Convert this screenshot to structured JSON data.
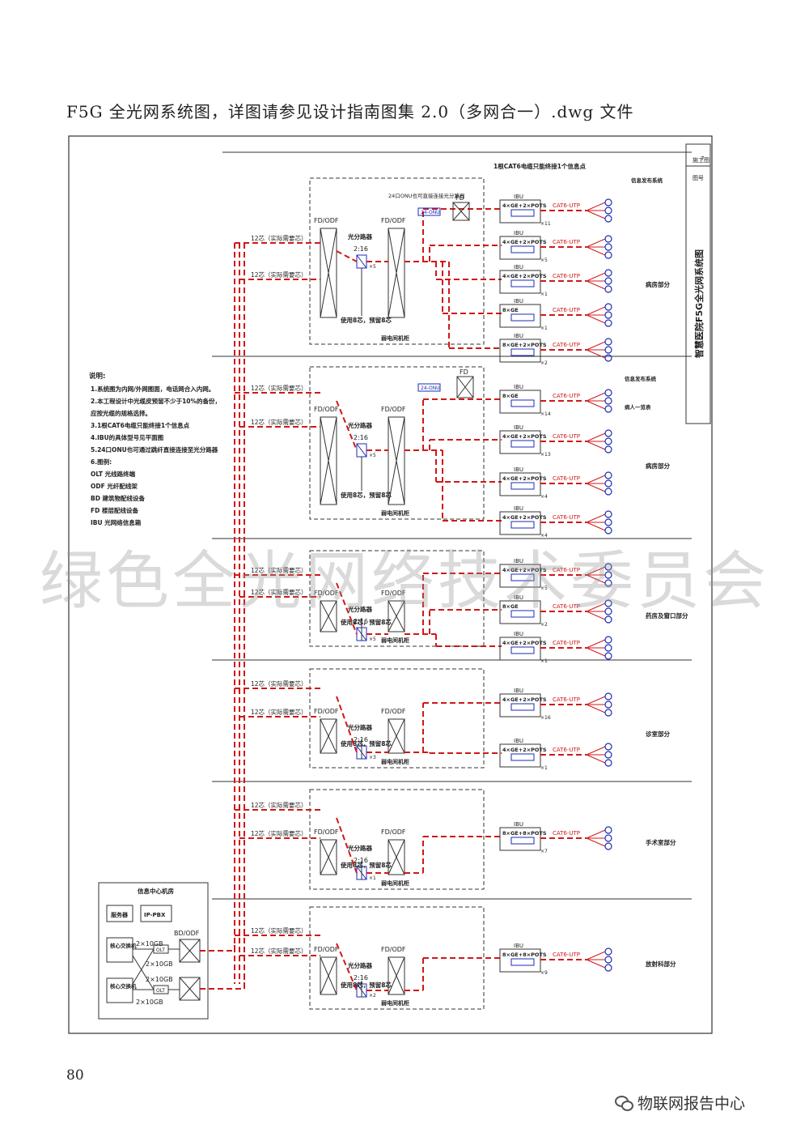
{
  "caption": "F5G 全光网系统图，详图请参见设计指南图集 2.0（多网合一）.dwg 文件",
  "title_block": {
    "title": "智慧医院F5G全光网系统图",
    "label1": "施工图",
    "label2": "图号",
    "num": "7"
  },
  "notes": {
    "heading": "说明:",
    "lines": [
      "1.系统图为内网/外网图面，电话网合入内网。",
      "2.本工程设计中光缆皮预留不少于10%的备份，",
      "  应按光缆的规格选择。",
      "3.1根CAT6电缆只能终接1个信息点",
      "4.IBU的具体型号见平面图",
      "5.24口ONU也可通过跳纤直接连接至光分路器",
      "6.图例:",
      "OLT  光线路终端",
      "ODF  光纤配线架",
      "BD   建筑物配线设备",
      "FD   楼层配线设备",
      "IBU  光网络信息箱"
    ]
  },
  "common": {
    "fd_odf": "FD/ODF",
    "splitter": "光分路器",
    "ratio": "2:16",
    "use_reserve": "使用8芯，预留8芯",
    "cabinet": "弱电间机柜",
    "cable_12_actual": "12芯（实际需要芯）",
    "cable_12": "12芯（实际需要芯）",
    "cat6": "CAT6-UTP",
    "fd": "FD",
    "onu24_note": "24口ONU也可直接连接光分路器",
    "onu_tag": "24-ONU",
    "top_note": "1根CAT6电缆只能终接1个信息点",
    "info_dist": "信息发布系统",
    "private_point": "病人一览表"
  },
  "sections": [
    {
      "label": "病房部分",
      "x": "×5",
      "ibus": [
        {
          "label": "IBU",
          "model": "4×GE+2×POTS",
          "count": "×11"
        },
        {
          "label": "IBU",
          "model": "4×GE+2×POTS",
          "count": "×5"
        },
        {
          "label": "IBU",
          "model": "4×GE+2×POTS",
          "count": "×1"
        },
        {
          "label": "IBU",
          "model": "8×GE",
          "count": "×1"
        },
        {
          "label": "IBU",
          "model": "8×GE+2×POTS",
          "count": "×2"
        }
      ]
    },
    {
      "label": "病房部分",
      "x": "×5",
      "ibus": [
        {
          "label": "IBU",
          "model": "8×GE",
          "count": "×14"
        },
        {
          "label": "IBU",
          "model": "4×GE+2×POTS",
          "count": "×13"
        },
        {
          "label": "IBU",
          "model": "4×GE+2×POTS",
          "count": "×4"
        }
      ]
    },
    {
      "label": "药房及窗口部分",
      "x": "×5",
      "ibus": [
        {
          "label": "IBU",
          "model": "4×GE+2×POTS",
          "count": "×5"
        },
        {
          "label": "IBU",
          "model": "8×GE",
          "count": "×2"
        },
        {
          "label": "IBU",
          "model": "4×GE+2×POTS",
          "count": "×1"
        }
      ]
    },
    {
      "label": "诊室部分",
      "x": "×3",
      "ibus": [
        {
          "label": "IBU",
          "model": "4×GE+2×POTS",
          "count": "×16"
        },
        {
          "label": "IBU",
          "model": "4×GE+2×POTS",
          "count": "×1"
        }
      ]
    },
    {
      "label": "手术室部分",
      "x": "×1",
      "ibus": [
        {
          "label": "IBU",
          "model": "8×GE+8×POTS",
          "count": "×7"
        }
      ]
    },
    {
      "label": "放射科部分",
      "x": "×2",
      "ibus": [
        {
          "label": "IBU",
          "model": "8×GE+8×POTS",
          "count": "×9"
        }
      ]
    }
  ],
  "data_center": {
    "title": "信息中心机房",
    "server": "服务器",
    "ippbx": "IP-PBX",
    "core1": "核心交换机",
    "core2": "核心交换机",
    "olt": "OLT",
    "bd_odf": "BD/ODF",
    "links": [
      "2×10GB",
      "2×10GB",
      "2×10GB",
      "2×10GB"
    ]
  },
  "colors": {
    "line": "#333333",
    "red": "#d01818",
    "blue": "#1a2bb8"
  },
  "watermark": "绿色全光网络技术委员会",
  "page_number": "80",
  "wechat": {
    "icon": "wechat-icon",
    "label": "物联网报告中心"
  }
}
